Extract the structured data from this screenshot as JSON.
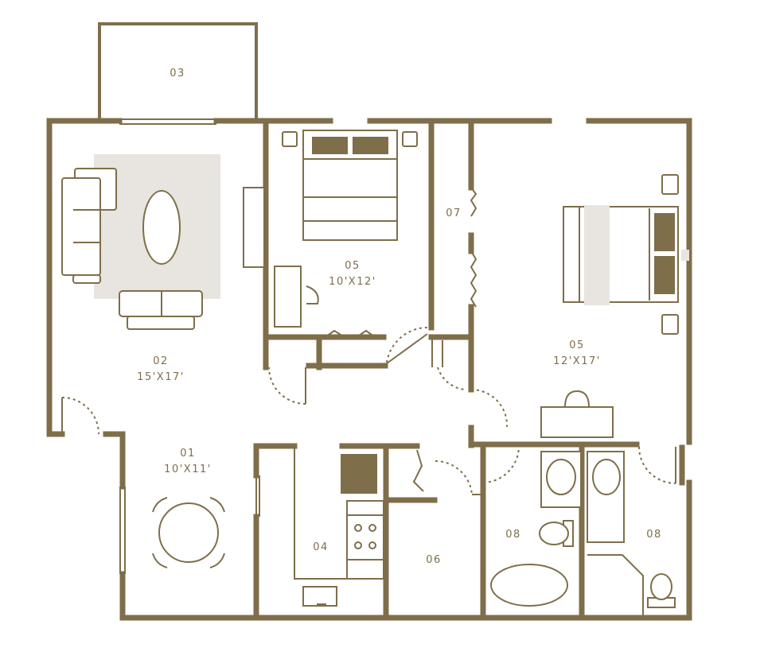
{
  "rooms": {
    "r01": {
      "code": "01",
      "size": "10'X11'"
    },
    "r02": {
      "code": "02",
      "size": "15'X17'"
    },
    "r03": {
      "code": "03"
    },
    "r04": {
      "code": "04"
    },
    "r05a": {
      "code": "05",
      "size": "10'X12'"
    },
    "r05b": {
      "code": "05",
      "size": "12'X17'"
    },
    "r06": {
      "code": "06"
    },
    "r07": {
      "code": "07"
    },
    "r08a": {
      "code": "08"
    },
    "r08b": {
      "code": "08"
    }
  },
  "colors": {
    "wall": "#7f6e4a",
    "rug": "#e8e4df",
    "background": "#ffffff"
  }
}
